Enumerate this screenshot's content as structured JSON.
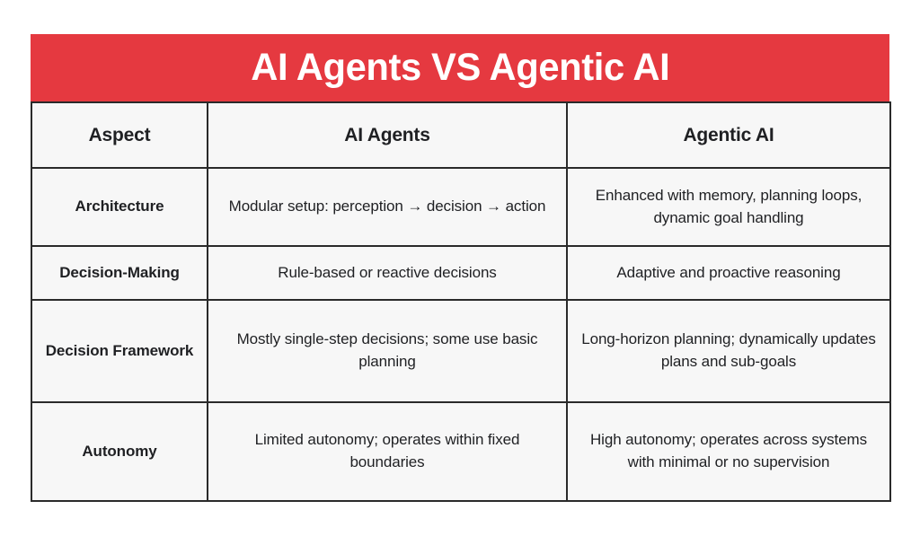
{
  "title": "AI Agents VS Agentic AI",
  "colors": {
    "banner": "#e53940",
    "banner_text": "#ffffff",
    "cell_background": "#f7f7f7",
    "border": "#2a2a2a",
    "text": "#1f2023"
  },
  "table": {
    "headers": [
      "Aspect",
      "AI Agents",
      "Agentic AI"
    ],
    "rows": [
      {
        "aspect": "Architecture",
        "ai_agents": "Modular setup: perception → decision → action",
        "agentic_ai": "Enhanced with memory, planning loops, dynamic goal handling"
      },
      {
        "aspect": "Decision-Making",
        "ai_agents": "Rule-based or reactive decisions",
        "agentic_ai": "Adaptive and proactive reasoning"
      },
      {
        "aspect": "Decision Framework",
        "ai_agents": "Mostly single-step decisions; some use basic planning",
        "agentic_ai": "Long-horizon planning; dynamically updates plans and sub-goals"
      },
      {
        "aspect": "Autonomy",
        "ai_agents": "Limited autonomy; operates within fixed boundaries",
        "agentic_ai": "High autonomy; operates across systems with minimal or no supervision"
      }
    ]
  }
}
